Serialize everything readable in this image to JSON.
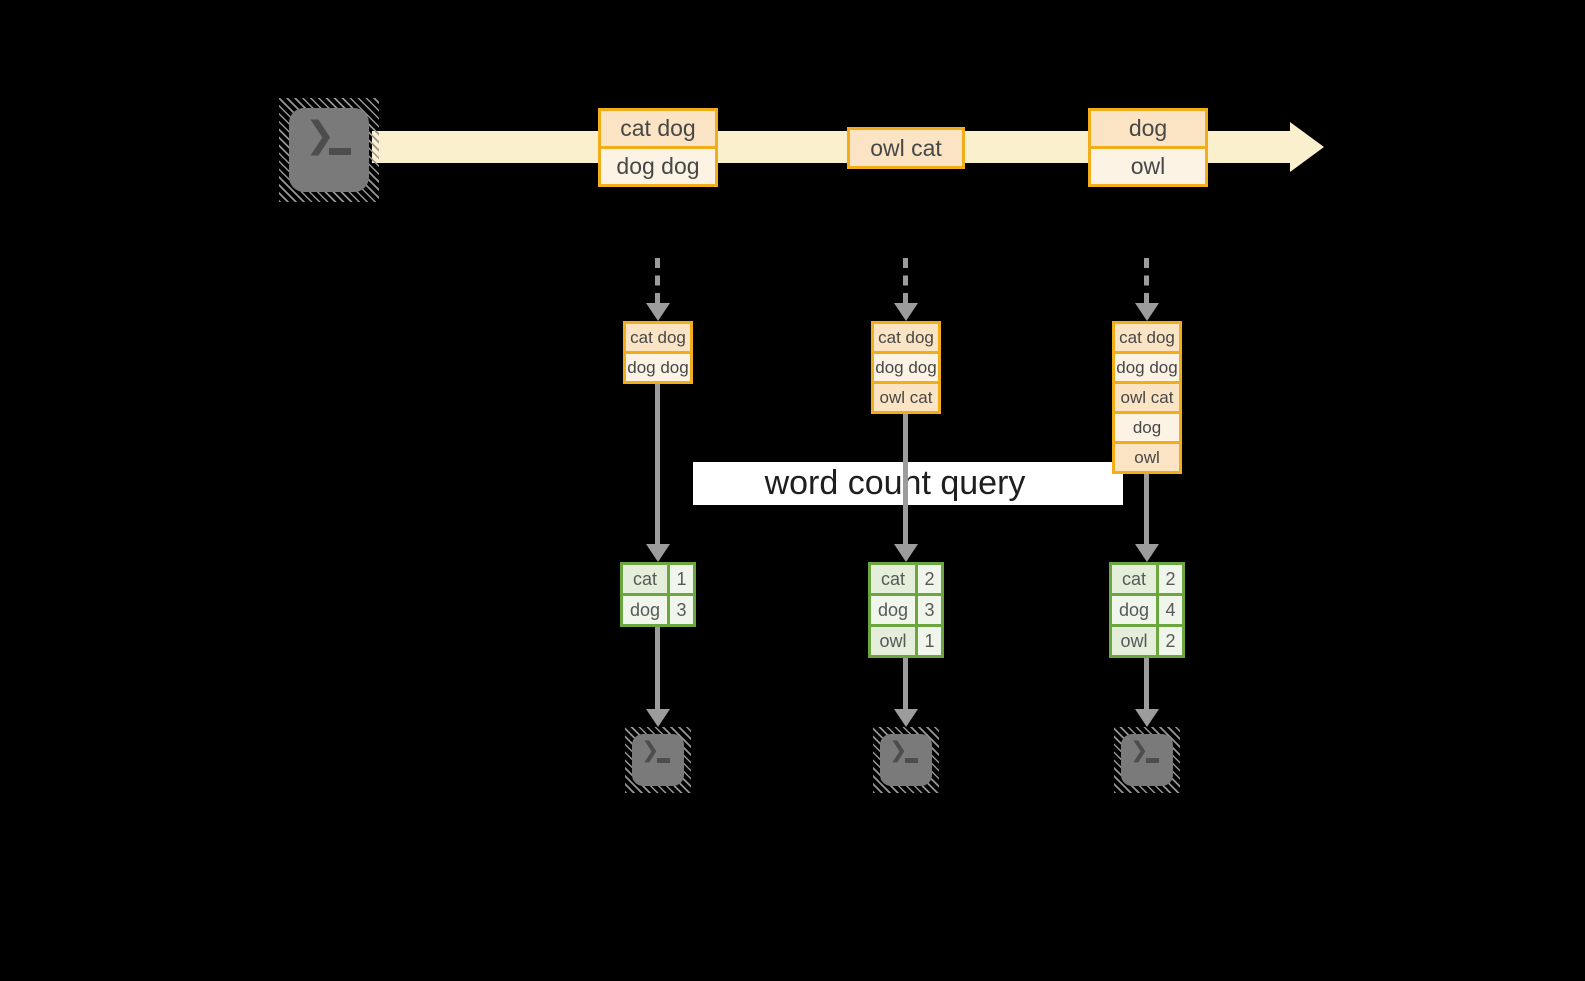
{
  "colors": {
    "gold": "#f2ae1a",
    "peach_dark": "#fbe4c4",
    "peach_light": "#fdf3e4",
    "cream_band": "#faf0ce",
    "green": "#6ca63f",
    "green_dark": "#e4eedb",
    "green_light": "#f0f6ec",
    "arrow_gray": "#9c9c9c",
    "terminal_gray": "#7a7a7a",
    "query_bg": "#ffffff"
  },
  "icons": {
    "terminal_prompt": "❯"
  },
  "query": {
    "label": "word count query"
  },
  "stream": {
    "events": [
      {
        "lines": [
          "cat dog",
          "dog dog"
        ]
      },
      {
        "lines": [
          "owl cat"
        ]
      },
      {
        "lines": [
          "dog",
          "owl"
        ]
      }
    ]
  },
  "columns": [
    {
      "buffer": [
        "cat dog",
        "dog dog"
      ],
      "counts": [
        {
          "word": "cat",
          "count": "1"
        },
        {
          "word": "dog",
          "count": "3"
        }
      ]
    },
    {
      "buffer": [
        "cat dog",
        "dog dog",
        "owl cat"
      ],
      "counts": [
        {
          "word": "cat",
          "count": "2"
        },
        {
          "word": "dog",
          "count": "3"
        },
        {
          "word": "owl",
          "count": "1"
        }
      ]
    },
    {
      "buffer": [
        "cat dog",
        "dog dog",
        "owl cat",
        "dog",
        "owl"
      ],
      "counts": [
        {
          "word": "cat",
          "count": "2"
        },
        {
          "word": "dog",
          "count": "4"
        },
        {
          "word": "owl",
          "count": "2"
        }
      ]
    }
  ]
}
